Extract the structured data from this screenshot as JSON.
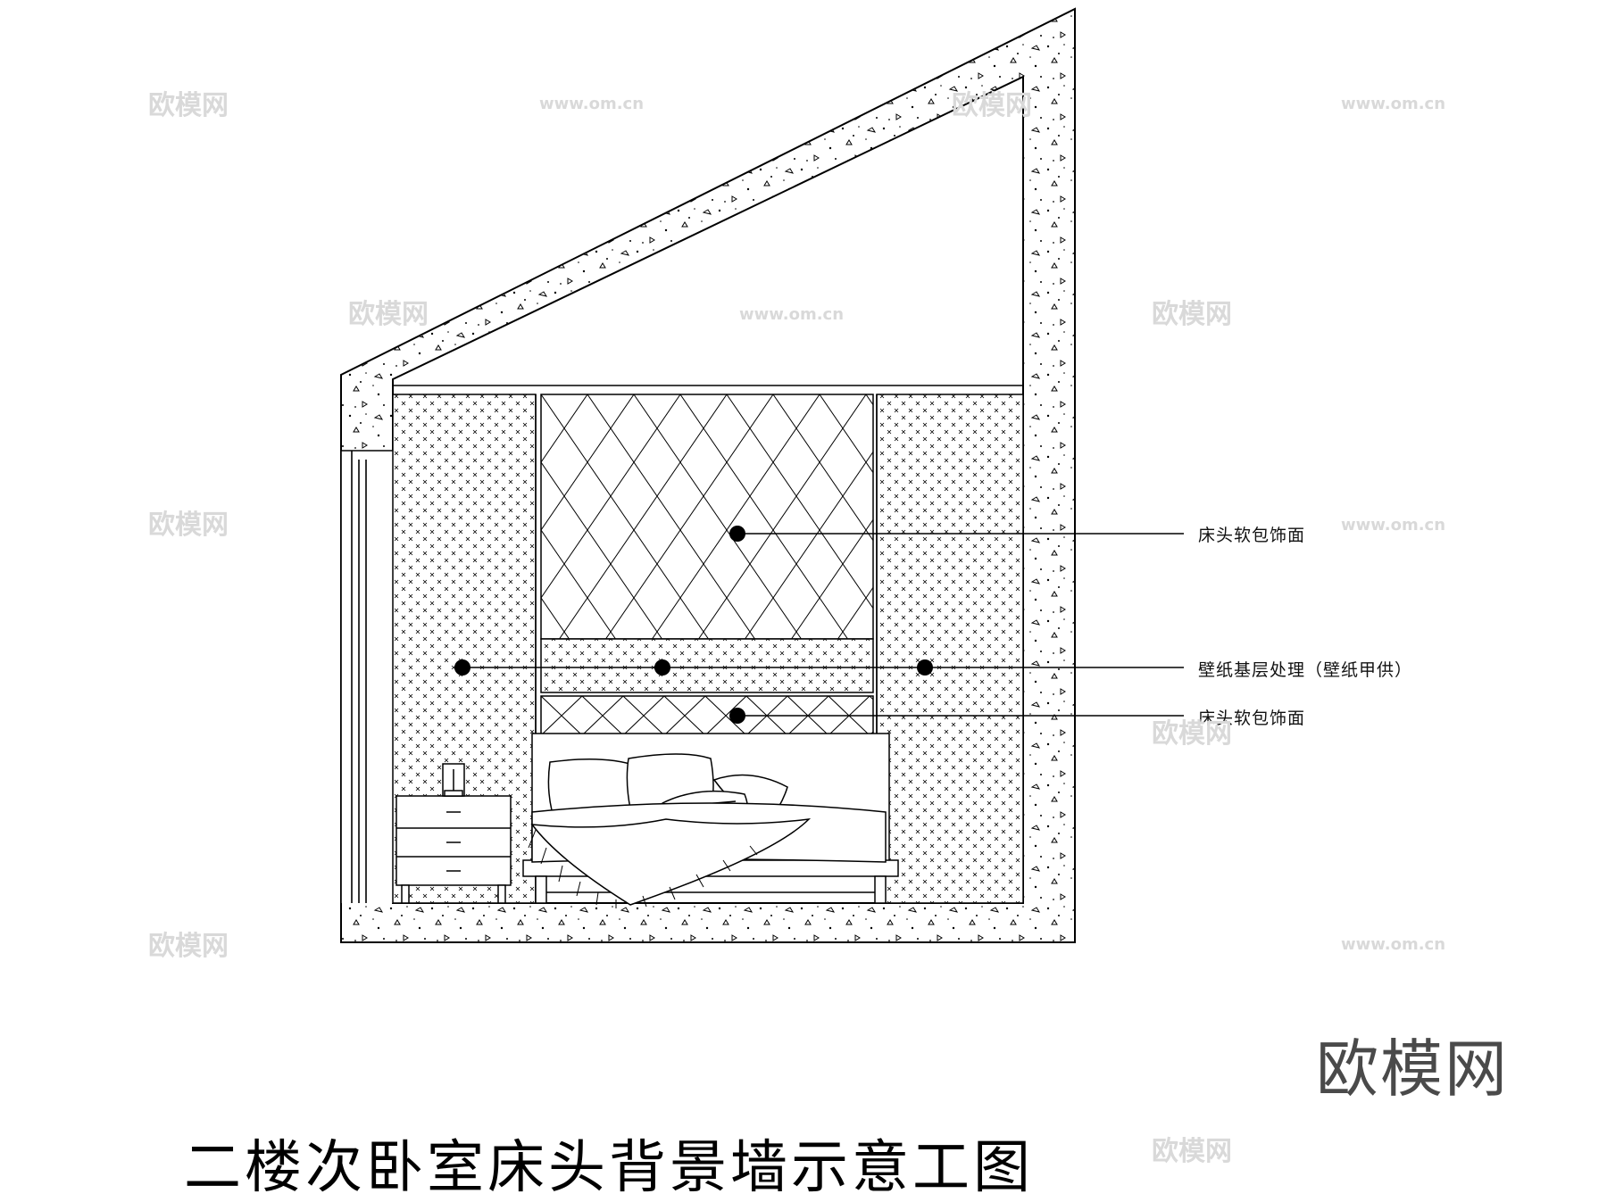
{
  "title": "二楼次卧室床头背景墙示意工图",
  "brand": "欧模网",
  "callouts": [
    {
      "label": "床头软包饰面"
    },
    {
      "label": "壁纸基层处理（壁纸甲供）"
    },
    {
      "label": "床头软包饰面"
    }
  ],
  "watermarks": {
    "cn": "欧模网",
    "url": "www.om.cn"
  },
  "colors": {
    "line": "#000000",
    "watermark": "#d9d9d9",
    "brand": "#4a4a4a"
  }
}
